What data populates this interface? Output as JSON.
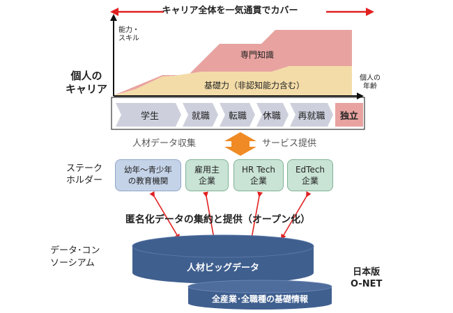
{
  "header": {
    "title": "キャリア全体を一気通貫でカバー"
  },
  "chart": {
    "y_axis_label": "能力・\nスキル",
    "x_axis_label": "個人の\n年齢",
    "side_label": "個人の\nキャリア",
    "upper_area_label": "専門知識",
    "lower_area_label": "基礎力（非認知能力含む）"
  },
  "career_stages": [
    "学生",
    "就職",
    "転職",
    "休職",
    "再就職",
    "独立"
  ],
  "data_flow": {
    "left": "人材データ収集",
    "right": "サービス提供"
  },
  "stakeholders": {
    "label": "ステーク\nホルダー",
    "items": [
      "幼年～青少年\nの教育機関",
      "雇用主\n企業",
      "HR Tech\n企業",
      "EdTech\n企業"
    ]
  },
  "central_heading": "匿名化データの集約と提供（オープン化）",
  "consortium": {
    "label": "データ･コン\nソーシアム",
    "main_db": "人材ビッグデータ",
    "sub_db": "全産業･全職種の基礎情報",
    "onet_label": "日本版\nO-NET"
  },
  "colors": {
    "upper_area": "#e8a3a0",
    "lower_area": "#f3dca8",
    "stage_fill": "#cdd0dc",
    "independent_fill": "#e8a3a0",
    "db_fill": "#3f5f8f",
    "arrow_red": "#e02020",
    "arrow_orange": "#f08a24"
  }
}
